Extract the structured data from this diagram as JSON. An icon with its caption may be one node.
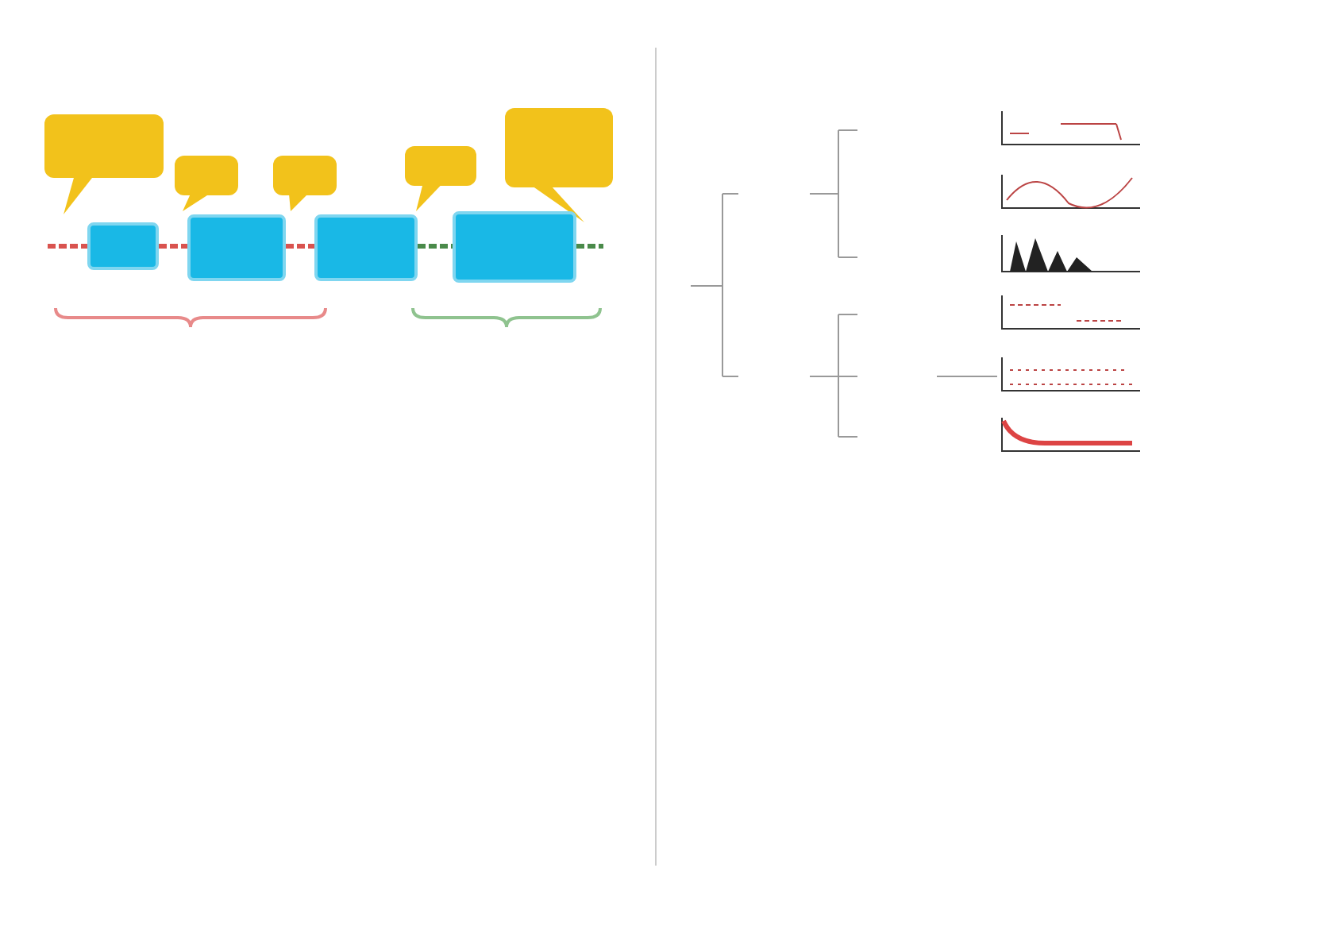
{
  "diagram": {
    "nodes": [
      {
        "text": [],
        "shape": "box"
      },
      {
        "text": [],
        "shape": "box"
      },
      {
        "text": [],
        "shape": "box"
      },
      {
        "text": [],
        "shape": "box"
      },
      {
        "text": [],
        "shape": "callout"
      },
      {
        "text": [],
        "shape": "callout"
      },
      {
        "text": [],
        "shape": "callout"
      },
      {
        "text": [],
        "shape": "callout"
      },
      {
        "text": [],
        "shape": "callout"
      },
      {
        "text": [],
        "shape": "picture"
      },
      {
        "text": [],
        "shape": "picture"
      },
      {
        "text": [],
        "shape": "picture"
      },
      {
        "text": [],
        "shape": "picture"
      },
      {
        "text": [],
        "shape": "picture"
      },
      {
        "text": [],
        "shape": "picture"
      }
    ],
    "edges": [
      {
        "from": null,
        "to": 0,
        "arrow": "none",
        "color": "#d9534f"
      },
      {
        "from": 0,
        "to": 1,
        "arrow": "none",
        "color": "#d9534f"
      },
      {
        "from": 1,
        "to": 2,
        "arrow": "none",
        "color": "#d9534f"
      },
      {
        "from": 2,
        "to": 3,
        "arrow": "none",
        "color": "#4a8a4a"
      },
      {
        "from": 3,
        "to": null,
        "arrow": "none",
        "color": "#4a8a4a"
      }
    ]
  }
}
